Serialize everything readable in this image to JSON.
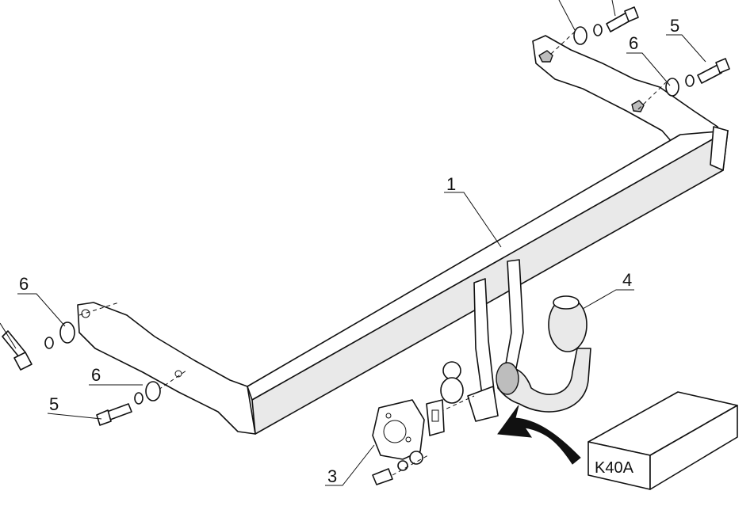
{
  "callouts": {
    "part1": "1",
    "part3": "3",
    "part4": "4",
    "part5_top_right": "5",
    "part5_left": "5",
    "part6_top_right": "6",
    "part6_left_top": "6",
    "part6_left_bottom": "6"
  },
  "package_label": "K40A"
}
